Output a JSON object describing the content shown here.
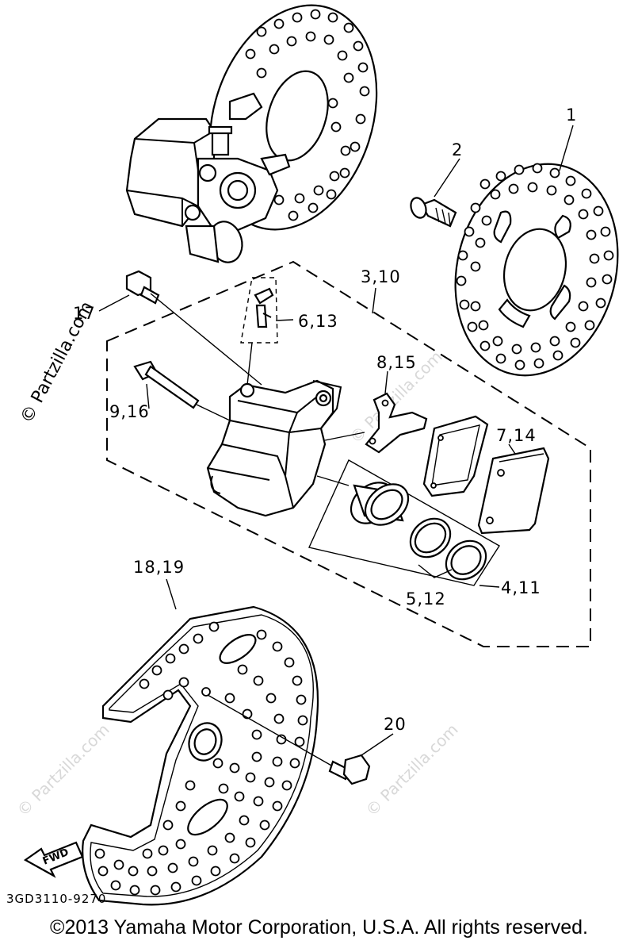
{
  "callouts": {
    "c1": "1",
    "c2": "2",
    "c3": "3,10",
    "c4": "4,11",
    "c5": "5,12",
    "c6": "6,13",
    "c7": "7,14",
    "c8": "8,15",
    "c9": "9,16",
    "c17": "17",
    "c18": "18,19",
    "c20": "20"
  },
  "fwd_label": "FWD",
  "part_number": "3GD3110-9270",
  "watermark": "© Partzilla.com",
  "copyright": "©2013  Yamaha Motor Corporation, U.S.A. All rights reserved."
}
